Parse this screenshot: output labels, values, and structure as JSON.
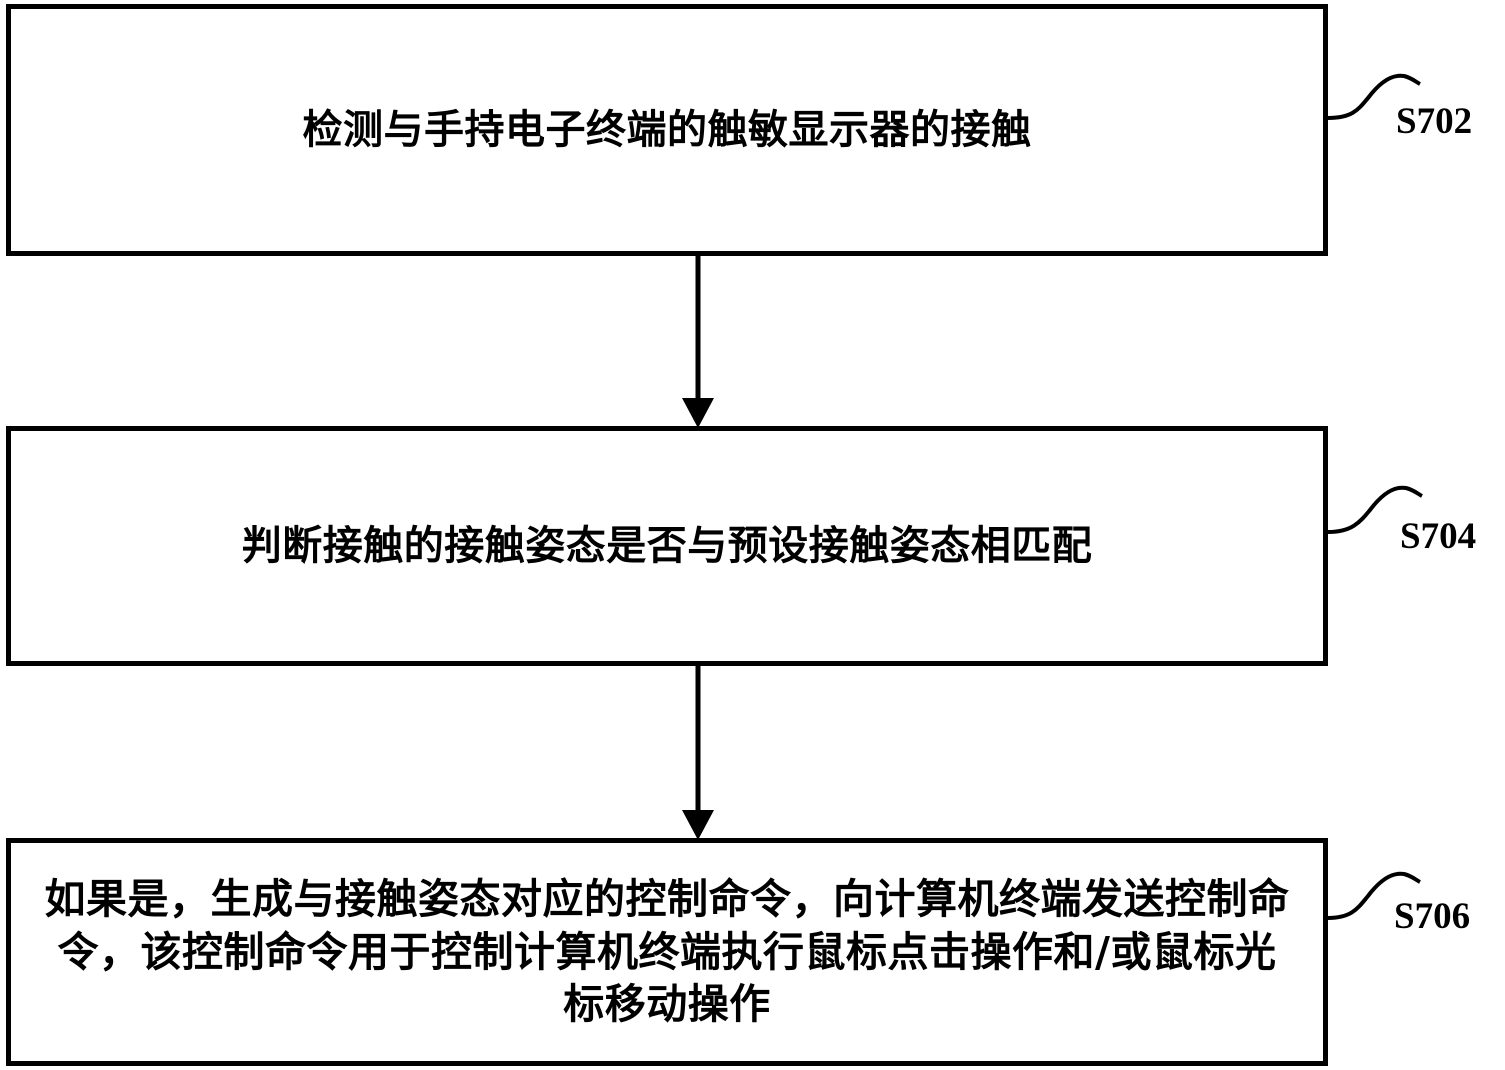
{
  "steps": [
    {
      "id": "S702",
      "label": "S702",
      "text": "检测与手持电子终端的触敏显示器的接触"
    },
    {
      "id": "S704",
      "label": "S704",
      "text": "判断接触的接触姿态是否与预设接触姿态相匹配"
    },
    {
      "id": "S706",
      "label": "S706",
      "text": "如果是，生成与接触姿态对应的控制命令，向计算机终端发送控制命令，该控制命令用于控制计算机终端执行鼠标点击操作和/或鼠标光标移动操作"
    }
  ],
  "colors": {
    "stroke": "#000000",
    "background": "#ffffff"
  }
}
